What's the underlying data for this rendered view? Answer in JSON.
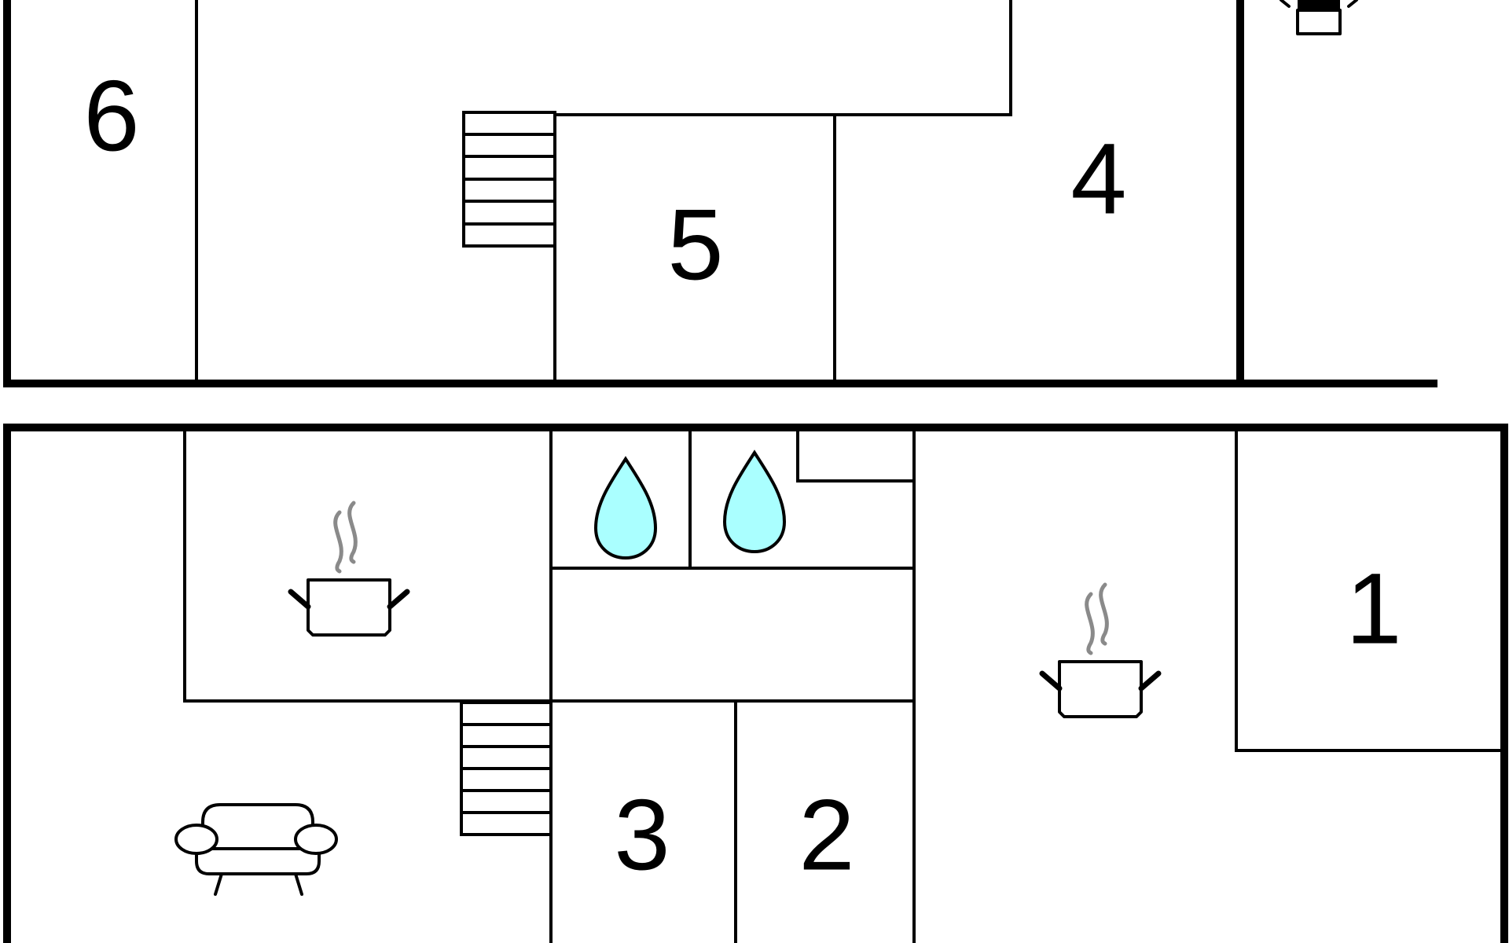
{
  "floor_plan": {
    "upper_floor": {
      "rooms": [
        {
          "id": "6",
          "label": "6"
        },
        {
          "id": "5",
          "label": "5"
        },
        {
          "id": "4",
          "label": "4"
        }
      ]
    },
    "lower_floor": {
      "rooms": [
        {
          "id": "3",
          "label": "3"
        },
        {
          "id": "2",
          "label": "2"
        },
        {
          "id": "1",
          "label": "1"
        }
      ]
    },
    "icons": {
      "kitchen": "cooking-pot-icon",
      "bathroom": "water-drop-icon",
      "living": "sofa-icon",
      "stairs": "stairs-icon",
      "fireplace": "stove-icon"
    },
    "colors": {
      "wall": "#000000",
      "water": "#aaffff",
      "steam": "#8a8a8a"
    }
  }
}
